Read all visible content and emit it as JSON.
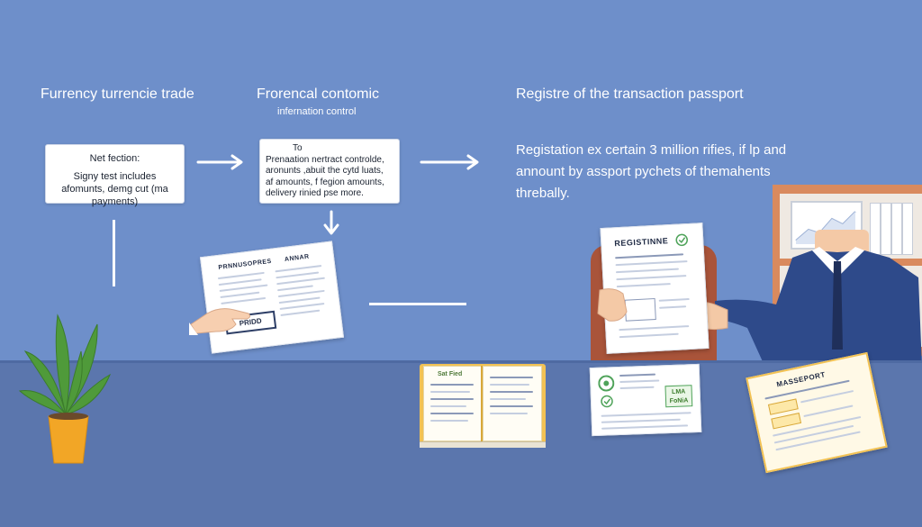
{
  "steps": [
    {
      "title": "Furrency turrencie trade",
      "box_title": "Net fection:",
      "box_text": "Signy test includes afomunts, demg cut (ma payments)"
    },
    {
      "title": "Frorencal contomic",
      "subtitle": "infernation control",
      "box_text": [
        "To",
        "Prenaation nertract controlde,",
        "aronunts ,abuit the cytd luats,",
        "af amounts, f fegion amounts,",
        "delivery rinied pse more."
      ]
    },
    {
      "title": "Registre of the transaction passport",
      "description": "Registation ex certain 3 million rifies, if lp and annount by assport pychets of themahents threbally."
    }
  ],
  "documents": {
    "held_doc_header": "PRNNUSOPRES",
    "held_doc_header2": "ANNAR",
    "held_doc_stamp": "PRIDD",
    "registry_doc_title": "REGISTINNE",
    "book_title": "Sat Fied",
    "form_badge": "LMA",
    "form_badge2": "FoNiA",
    "passport_title": "MASSEPORT"
  },
  "icons": [
    "arrow-right-icon",
    "arrow-down-icon",
    "checkmark-icon",
    "plant-icon",
    "chart-icon"
  ],
  "colors": {
    "background": "#6e8fca",
    "desk": "#5b76ad",
    "shelf": "#d98a5e",
    "suit": "#2e4a8a",
    "plant_pot": "#f2a626",
    "plant_leaf": "#4f9a3a"
  }
}
